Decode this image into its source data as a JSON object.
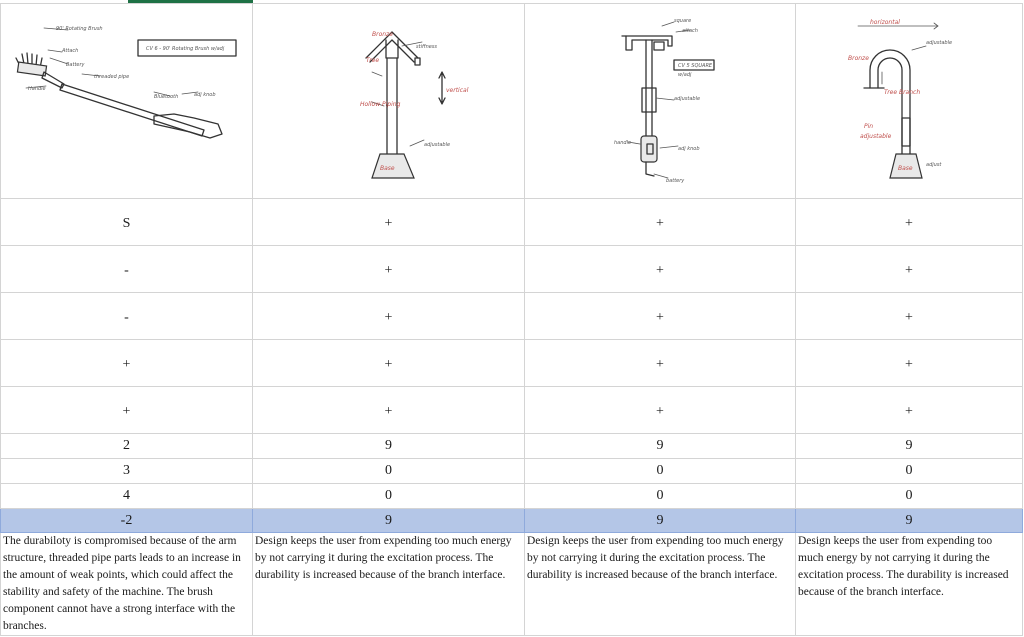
{
  "columns": [
    {
      "id": "rotating-brush-arm",
      "sketch_icon": "rotating-brush-sketch",
      "signs": [
        "S",
        "-",
        "-",
        "+",
        "+"
      ],
      "counts": [
        "2",
        "3",
        "4"
      ],
      "total": "-2",
      "note": "The durabiloty is compromised because of the arm structure, threaded pipe parts leads to an increase in the amount of weak points, which could affect the stability and safety of the machine. The brush component cannot have a strong interface with the branches."
    },
    {
      "id": "angled-hook-pipe",
      "sketch_icon": "angled-hook-sketch",
      "signs": [
        "+",
        "+",
        "+",
        "+",
        "+"
      ],
      "counts": [
        "9",
        "0",
        "0"
      ],
      "total": "9",
      "note": "Design keeps the user from expending too much energy by not carrying it during the excitation process. The durability is increased because of the branch interface."
    },
    {
      "id": "square-hook-pole",
      "sketch_icon": "square-hook-sketch",
      "signs": [
        "+",
        "+",
        "+",
        "+",
        "+"
      ],
      "counts": [
        "9",
        "0",
        "0"
      ],
      "total": "9",
      "note": "Design keeps the user from expending too much energy by not carrying it during the excitation process. The durability is increased because of the branch interface."
    },
    {
      "id": "curved-hook-pole",
      "sketch_icon": "curved-hook-sketch",
      "signs": [
        "+",
        "+",
        "+",
        "+",
        "+"
      ],
      "counts": [
        "9",
        "0",
        "0"
      ],
      "total": "9",
      "note": "Design keeps the user from expending too much energy by not carrying it during the excitation process. The durability is increased because of the branch interface."
    }
  ],
  "colors": {
    "total_row_fill": "#b4c6e7",
    "grid_line": "#d4d4d4",
    "sheet_accent": "#1e7145"
  }
}
